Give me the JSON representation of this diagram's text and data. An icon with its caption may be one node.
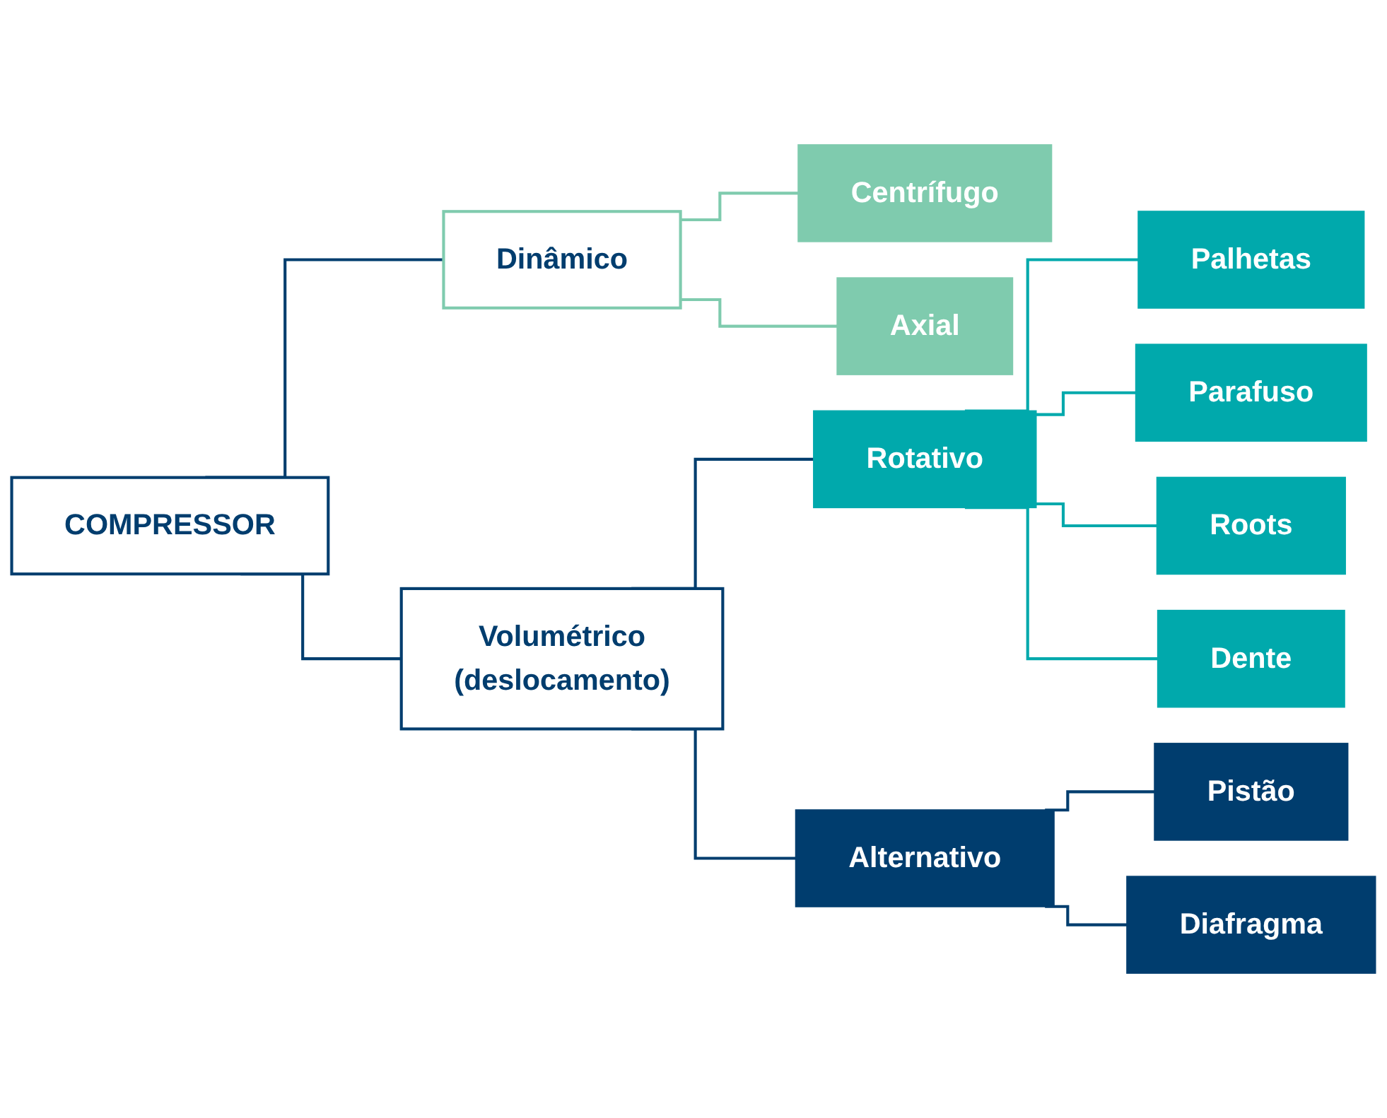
{
  "diagram": {
    "nodes": [
      {
        "text": [
          "COMPRESSOR"
        ]
      },
      {
        "text": [
          "Dinâmico"
        ]
      },
      {
        "text": [
          "Volumétrico",
          "(deslocamento)"
        ]
      },
      {
        "text": [
          "Centrífugo"
        ]
      },
      {
        "text": [
          "Axial"
        ]
      },
      {
        "text": [
          "Rotativo"
        ]
      },
      {
        "text": [
          "Alternativo"
        ]
      },
      {
        "text": [
          "Palhetas"
        ]
      },
      {
        "text": [
          "Parafuso"
        ]
      },
      {
        "text": [
          "Roots"
        ]
      },
      {
        "text": [
          "Dente"
        ]
      },
      {
        "text": [
          "Pistão"
        ]
      },
      {
        "text": [
          "Diafragma"
        ]
      }
    ],
    "edges": [
      {
        "from": 0,
        "to": 1,
        "arrow": "none"
      },
      {
        "from": 0,
        "to": 2,
        "arrow": "none"
      },
      {
        "from": 1,
        "to": 3,
        "arrow": "none",
        "color": "#7fcbae"
      },
      {
        "from": 1,
        "to": 4,
        "arrow": "none",
        "color": "#7fcbae"
      },
      {
        "from": 2,
        "to": 5,
        "arrow": "none"
      },
      {
        "from": 2,
        "to": 6,
        "arrow": "none"
      },
      {
        "from": 5,
        "to": 7,
        "arrow": "none",
        "color": "#00a9ac"
      },
      {
        "from": 5,
        "to": 8,
        "arrow": "none",
        "color": "#00a9ac"
      },
      {
        "from": 5,
        "to": 9,
        "arrow": "none",
        "color": "#00a9ac"
      },
      {
        "from": 5,
        "to": 10,
        "arrow": "none",
        "color": "#00a9ac"
      },
      {
        "from": 6,
        "to": 11,
        "arrow": "none"
      },
      {
        "from": 6,
        "to": 12,
        "arrow": "none"
      }
    ]
  }
}
